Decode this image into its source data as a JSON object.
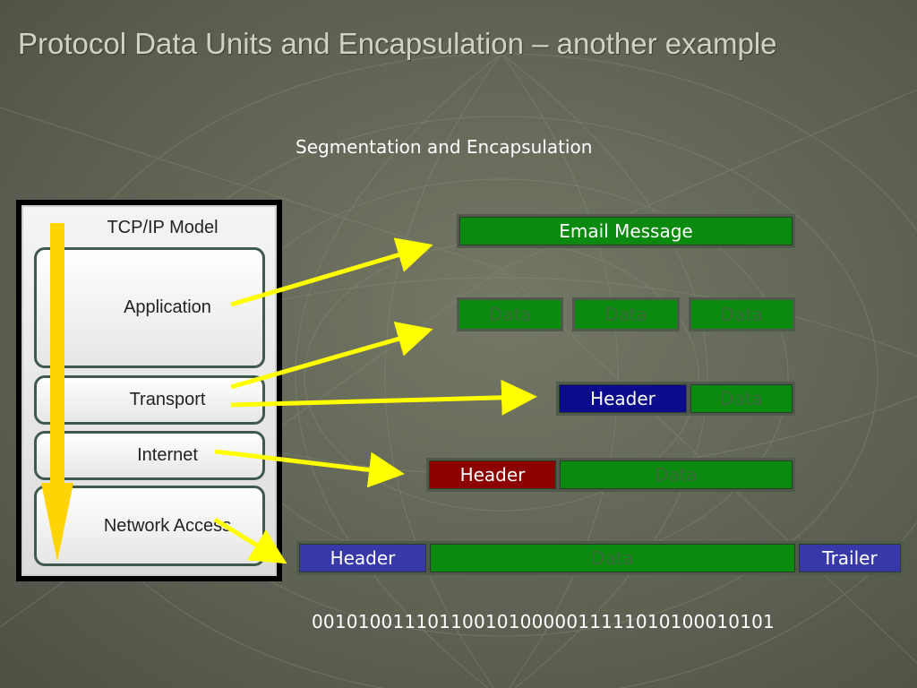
{
  "slide": {
    "title": "Protocol Data Units and Encapsulation – another example",
    "subtitle": "Segmentation and Encapsulation"
  },
  "model": {
    "title": "TCP/IP Model",
    "layers": [
      "Application",
      "Transport",
      "Internet",
      "Network Access"
    ]
  },
  "pdus": {
    "email": "Email Message",
    "segments": [
      "Data",
      "Data",
      "Data"
    ],
    "transport": {
      "header": "Header",
      "data": "Data"
    },
    "internet": {
      "header": "Header",
      "data": "Data"
    },
    "network": {
      "header": "Header",
      "data": "Data",
      "trailer": "Trailer"
    }
  },
  "bits": "0010100111011001010000011111010100010101",
  "colors": {
    "arrow": "#ffff00",
    "data_green": "#0a8a0f",
    "transport_header": "#0a0a8c",
    "internet_header": "#8c0000",
    "frame_header_trailer": "#3838a8"
  }
}
